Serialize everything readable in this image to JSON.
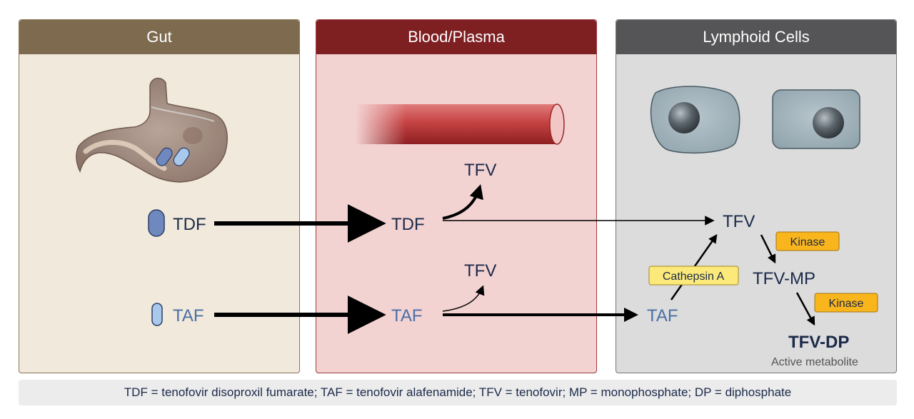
{
  "panels": {
    "gut": "Gut",
    "blood": "Blood/Plasma",
    "lymph": "Lymphoid Cells"
  },
  "labels": {
    "tdf_gut": "TDF",
    "taf_gut": "TAF",
    "tdf_blood": "TDF",
    "taf_blood": "TAF",
    "tfv_blood_top": "TFV",
    "tfv_blood_bottom": "TFV",
    "tfv_cell": "TFV",
    "taf_cell": "TAF",
    "tfv_mp": "TFV-MP",
    "tfv_dp": "TFV-DP",
    "active_metabolite": "Active metabolite"
  },
  "enzymes": {
    "cathepsin": "Cathepsin A",
    "kinase1": "Kinase",
    "kinase2": "Kinase"
  },
  "footer": "TDF = tenofovir disoproxil fumarate; TAF = tenofovir alafenamide; TFV = tenofovir; MP = monophosphate; DP = diphosphate",
  "colors": {
    "gut_header": "#7d6a4f",
    "blood_header": "#7e1f22",
    "lymph_header": "#555557",
    "tdf_pill": "#6f88be",
    "taf_pill": "#a9c9ec",
    "enzyme_fill": "#fbe97a",
    "kinase_fill": "#f9b51c"
  }
}
